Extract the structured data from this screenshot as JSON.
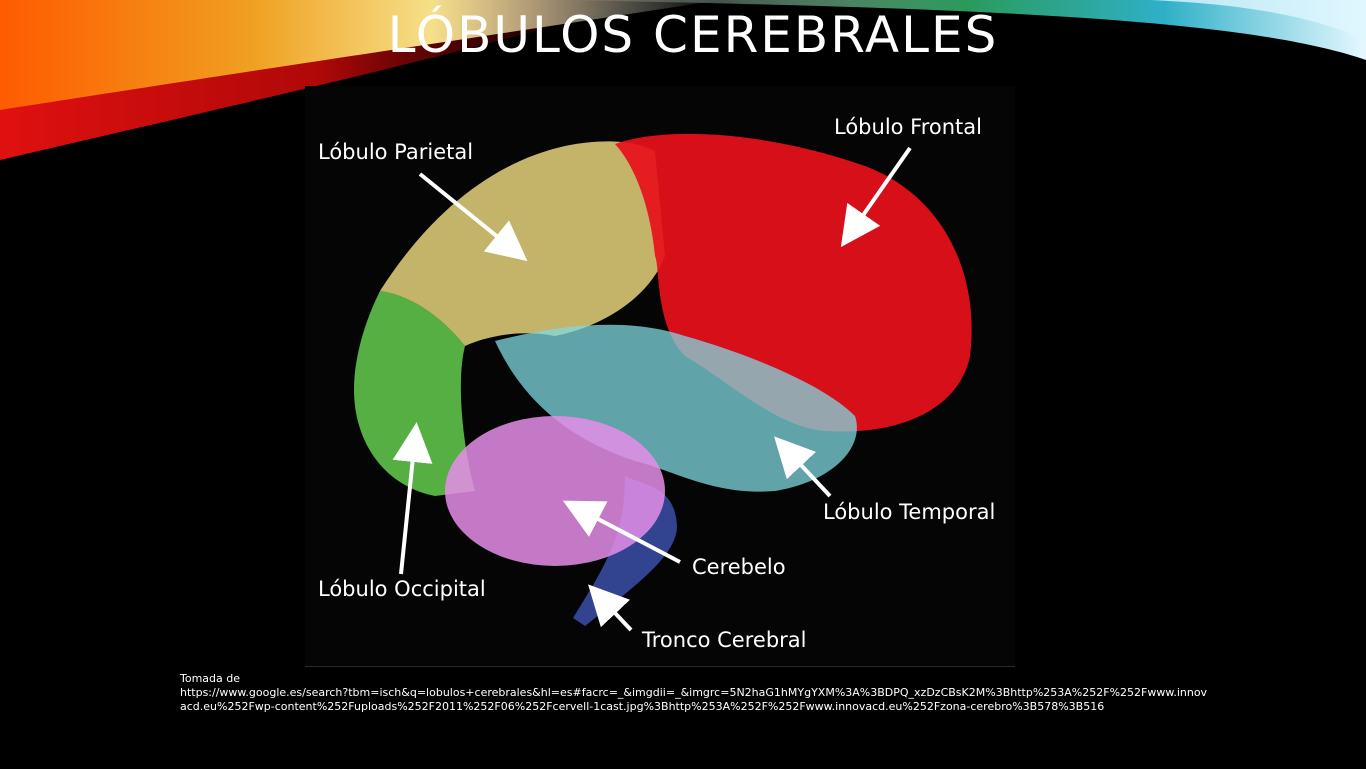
{
  "slide": {
    "title": "LÓBULOS CEREBRALES",
    "caption_prefix": "Tomada de",
    "caption_url": "https://www.google.es/search?tbm=isch&q=lobulos+cerebrales&hl=es#facrc=_&imgdii=_&imgrc=5N2haG1hMYgYXM%3A%3BDPQ_xzDzCBsK2M%3Bhttp%253A%252F%252Fwww.innovacd.eu%252Fwp-content%252Fuploads%252F2011%252F06%252Fcervell-1cast.jpg%3Bhttp%253A%252F%252Fwww.innovacd.eu%252Fzona-cerebro%3B578%3B516"
  },
  "diagram": {
    "labels": {
      "parietal": "Lóbulo Parietal",
      "frontal": "Lóbulo Frontal",
      "temporal": "Lóbulo Temporal",
      "cerebelo": "Cerebelo",
      "occipital": "Lóbulo Occipital",
      "tronco": "Tronco Cerebral"
    },
    "colors": {
      "frontal": "#e8101a",
      "parietal": "#d8c874",
      "temporal": "#7fd9e2",
      "occipital": "#5fc24a",
      "cerebelo": "#e58ee8",
      "tronco": "#3b4fa8"
    }
  }
}
